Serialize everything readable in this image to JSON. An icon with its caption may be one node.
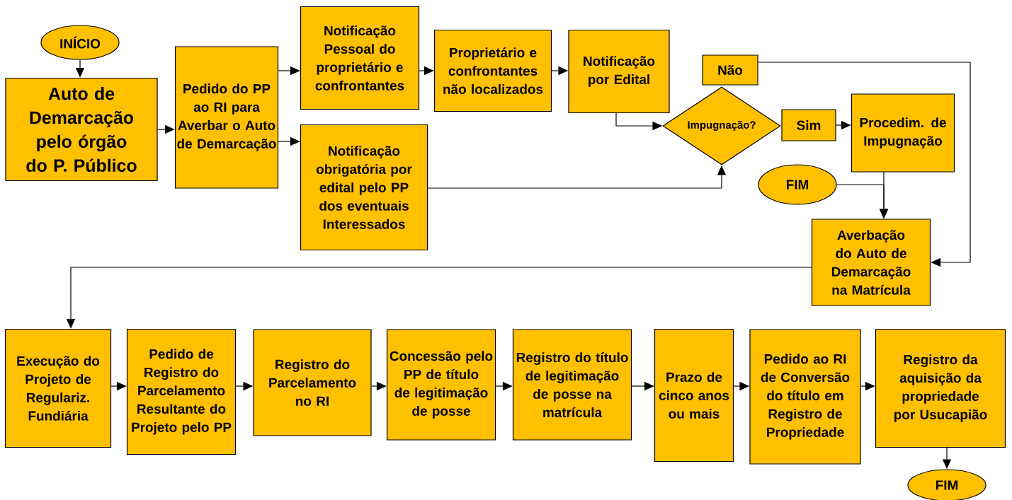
{
  "diagram": {
    "nodes": [
      {
        "text": [
          "INÍCIO"
        ]
      },
      {
        "text": [
          "Auto de Demarcação pelo órgão do P. Público"
        ]
      },
      {
        "text": [
          "Pedido do PP ao RI para Averbar o Auto de Demarcação"
        ]
      },
      {
        "text": [
          "Notificação Pessoal do proprietário e confrontantes"
        ]
      },
      {
        "text": [
          "Notificação obrigatória por edital pelo PP dos eventuais Interessados"
        ]
      },
      {
        "text": [
          "Proprietário e confrontantes não localizados"
        ]
      },
      {
        "text": [
          "Notificação por Edital"
        ]
      },
      {
        "text": [
          "Não"
        ]
      },
      {
        "text": [
          "Impugnação?"
        ]
      },
      {
        "text": [
          "Sim"
        ]
      },
      {
        "text": [
          "Procedim. de Impugnação"
        ]
      },
      {
        "text": [
          "FIM"
        ]
      },
      {
        "text": [
          "Averbação do Auto de Demarcação na Matrícula"
        ]
      },
      {
        "text": [
          "Execução do Projeto de Regulariz. Fundiária"
        ]
      },
      {
        "text": [
          "Pedido de Registro do Parcelamento Resultante do Projeto pelo PP"
        ]
      },
      {
        "text": [
          "Registro do Parcelamento no RI"
        ]
      },
      {
        "text": [
          "Concessão pelo PP de título de legitimação de posse"
        ]
      },
      {
        "text": [
          "Registro do título de legitimação de posse na matrícula"
        ]
      },
      {
        "text": [
          "Prazo de cinco anos ou mais"
        ]
      },
      {
        "text": [
          "Pedido ao RI de Conversão do título em Registro de Propriedade"
        ]
      },
      {
        "text": [
          "Registro da aquisição da propriedade por Usucapião"
        ]
      },
      {
        "text": [
          "FIM"
        ]
      }
    ],
    "edges": [
      {
        "from": 0,
        "to": 1,
        "arrow": "to"
      },
      {
        "from": 1,
        "to": 2,
        "arrow": "to"
      },
      {
        "from": 2,
        "to": 3,
        "arrow": "to"
      },
      {
        "from": 2,
        "to": 4,
        "arrow": "to"
      },
      {
        "from": 3,
        "to": 5,
        "arrow": "to"
      },
      {
        "from": 5,
        "to": 6,
        "arrow": "to"
      },
      {
        "from": 6,
        "to": 8,
        "arrow": "to"
      },
      {
        "from": 4,
        "to": 8,
        "arrow": "to"
      },
      {
        "from": 9,
        "to": 10,
        "arrow": "to"
      },
      {
        "from": 7,
        "to": 12,
        "arrow": "to"
      },
      {
        "from": 10,
        "to": 12,
        "arrow": "to"
      },
      {
        "from": 11,
        "to": 12,
        "arrow": "to"
      },
      {
        "from": 12,
        "to": 13,
        "arrow": "to"
      },
      {
        "from": 13,
        "to": 14,
        "arrow": "to"
      },
      {
        "from": 14,
        "to": 15,
        "arrow": "to"
      },
      {
        "from": 15,
        "to": 16,
        "arrow": "to"
      },
      {
        "from": 16,
        "to": 17,
        "arrow": "to"
      },
      {
        "from": 17,
        "to": 18,
        "arrow": "to"
      },
      {
        "from": 18,
        "to": 19,
        "arrow": "to"
      },
      {
        "from": 19,
        "to": 20,
        "arrow": "to"
      },
      {
        "from": 20,
        "to": 21,
        "arrow": "to"
      }
    ]
  }
}
